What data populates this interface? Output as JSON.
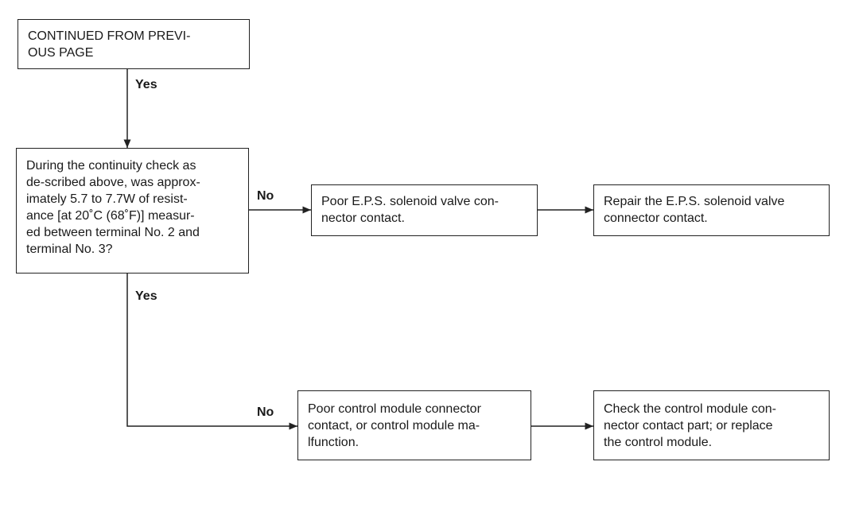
{
  "boxes": {
    "start": {
      "lines": [
        "CONTINUED FROM PREVI-",
        "OUS PAGE"
      ]
    },
    "question": {
      "lines": [
        "During the continuity check as",
        "de-scribed above, was approx-",
        "imately 5.7 to 7.7W of resist-",
        "ance [at 20˚C (68˚F)] measur-",
        "ed between terminal No. 2 and",
        "terminal No. 3?"
      ]
    },
    "solenoid_cause": {
      "lines": [
        "Poor E.P.S. solenoid valve con-",
        "nector contact."
      ]
    },
    "solenoid_fix": {
      "lines": [
        "Repair the E.P.S. solenoid valve",
        "connector contact."
      ]
    },
    "module_cause": {
      "lines": [
        "Poor control module connector",
        "contact, or control module ma-",
        "lfunction."
      ]
    },
    "module_fix": {
      "lines": [
        "Check the control module con-",
        "nector contact part; or replace",
        "the control module."
      ]
    }
  },
  "labels": {
    "yes_top": "Yes",
    "no_right": "No",
    "yes_mid": "Yes",
    "no_bottom": "No"
  }
}
